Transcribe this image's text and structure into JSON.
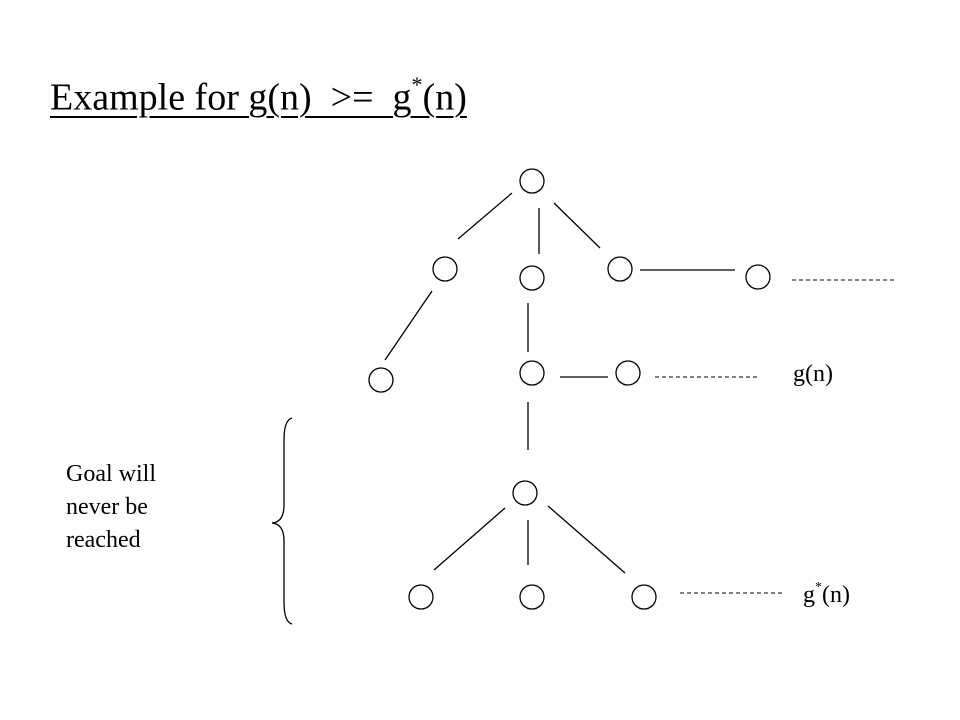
{
  "title": {
    "prefix": "Example for g(n)  >=  g",
    "sup": "*",
    "suffix": "(n)"
  },
  "labels": {
    "g_n": "g(n)",
    "g_star_prefix": "g",
    "g_star_sup": "*",
    "g_star_suffix": "(n)"
  },
  "goal_note": {
    "lines": [
      "Goal will",
      "never be",
      "reached"
    ]
  }
}
